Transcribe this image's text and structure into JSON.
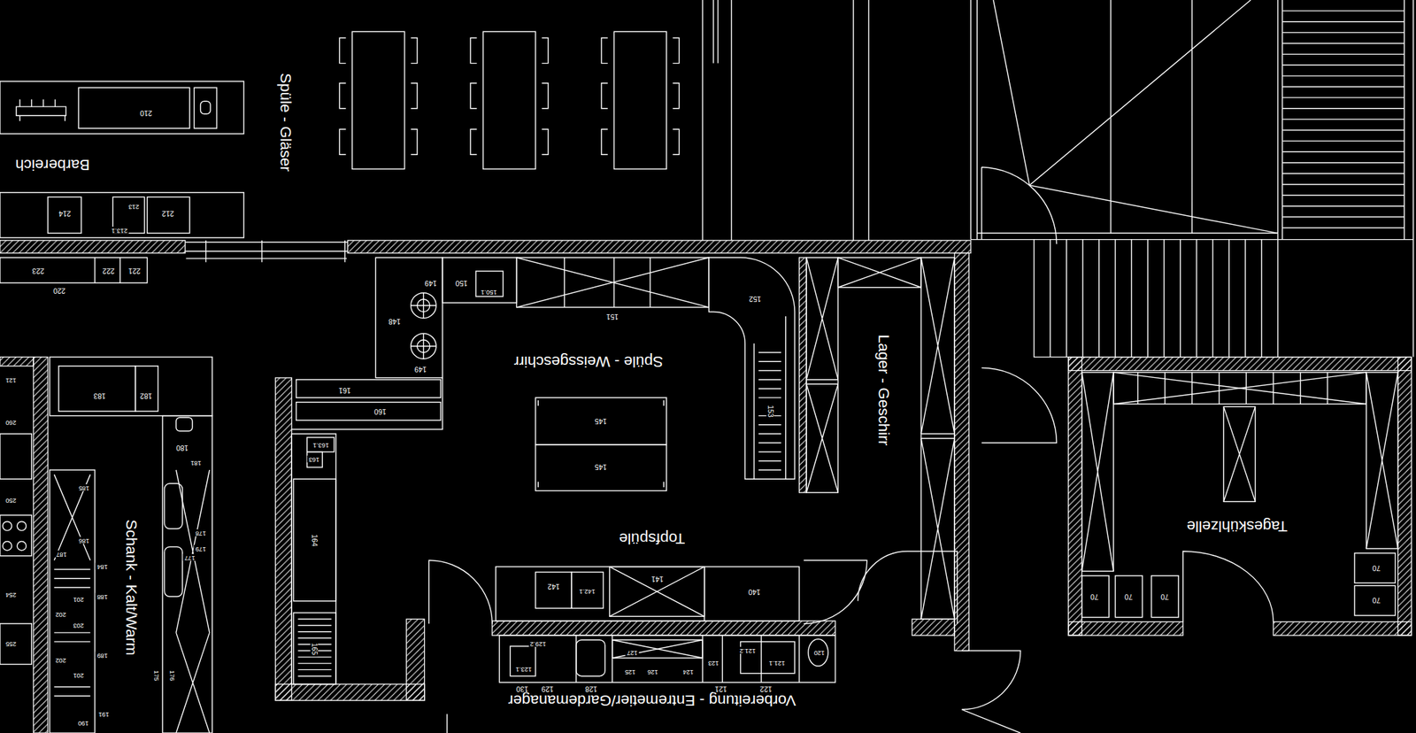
{
  "diagram": {
    "labels": [
      "Spüle - Gläser",
      "Barbereich",
      "Spüle - Weissgeschirr",
      "Lager - Geschirr",
      "Topfspüle",
      "Schank - Kalt/Warm",
      "Tageskühlzelle",
      "Vorbereitung - Entremetier/Gardemanager",
      "210",
      "214",
      "213",
      "213.1",
      "212",
      "223",
      "222",
      "221",
      "220",
      "150",
      "150.1",
      "151",
      "152",
      "153",
      "149",
      "148",
      "149",
      "161",
      "160",
      "163.1",
      "163",
      "164",
      "165",
      "145",
      "145",
      "142",
      "142.1",
      "141",
      "140",
      "130",
      "129",
      "128",
      "127",
      "126",
      "125",
      "124",
      "123",
      "122",
      "121",
      "123.1",
      "129.2",
      "121.2",
      "121.1",
      "120",
      "70",
      "70",
      "70",
      "70",
      "70",
      "183",
      "182",
      "180",
      "181",
      "185",
      "184",
      "186",
      "187",
      "188",
      "189",
      "201",
      "202",
      "203",
      "201",
      "202",
      "260",
      "250",
      "254",
      "255",
      "121",
      "178",
      "179",
      "177",
      "176",
      "175",
      "191",
      "190"
    ]
  }
}
